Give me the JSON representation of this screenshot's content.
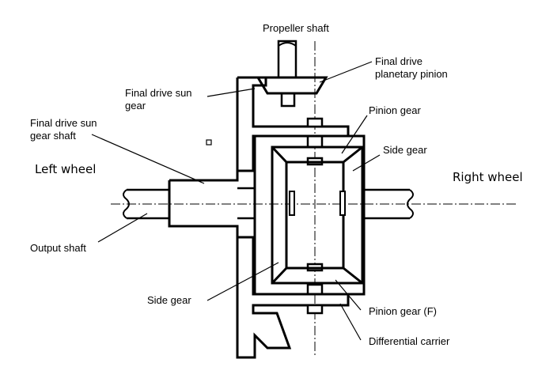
{
  "labels": {
    "propeller_shaft": "Propeller shaft",
    "final_drive_planetary_pinion_1": "Final drive",
    "final_drive_planetary_pinion_2": "planetary pinion",
    "final_drive_sun_gear_1": "Final drive sun",
    "final_drive_sun_gear_2": "gear",
    "pinion_gear": "Pinion gear",
    "final_drive_sun_gear_shaft_1": "Final drive sun",
    "final_drive_sun_gear_shaft_2": "gear shaft",
    "side_gear_right": "Side gear",
    "left_wheel": "Left wheel",
    "right_wheel": "Right wheel",
    "output_shaft": "Output shaft",
    "side_gear_left": "Side gear",
    "pinion_gear_f": "Pinion gear (F)",
    "differential_carrier": "Differential carrier"
  }
}
